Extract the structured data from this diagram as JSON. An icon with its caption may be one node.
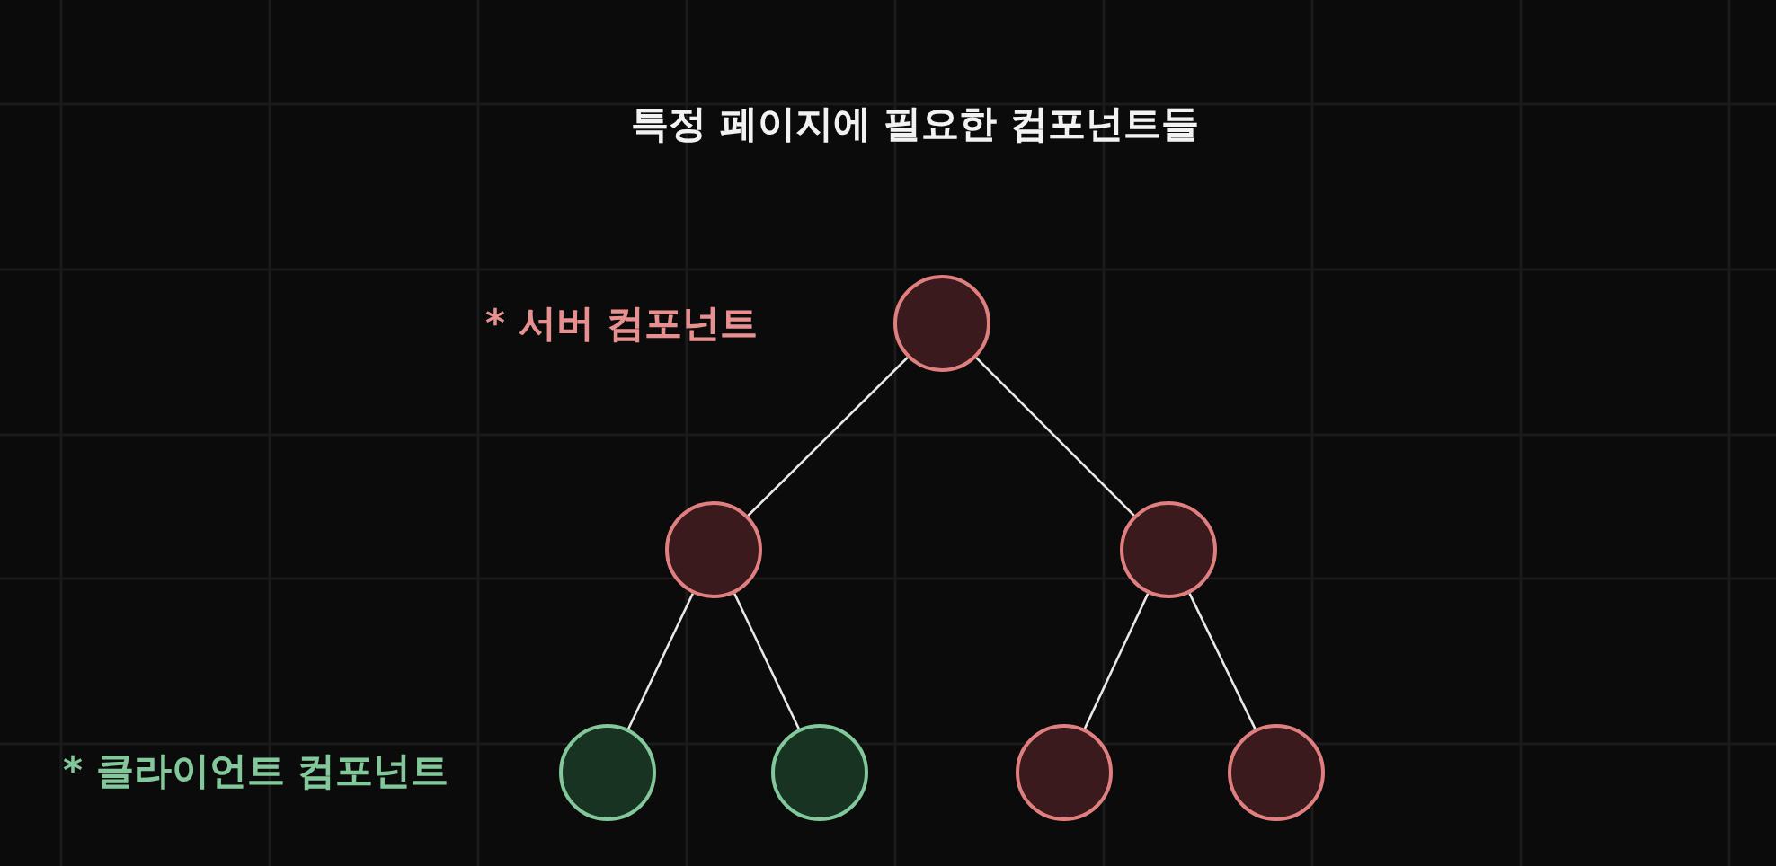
{
  "diagram": {
    "title": "특정 페이지에 필요한 컴포넌트들",
    "nodes": [
      {
        "text": [],
        "shape": "circle"
      },
      {
        "text": [],
        "shape": "circle"
      },
      {
        "text": [],
        "shape": "circle"
      },
      {
        "text": [],
        "shape": "circle"
      },
      {
        "text": [],
        "shape": "circle"
      },
      {
        "text": [],
        "shape": "circle"
      },
      {
        "text": [],
        "shape": "circle"
      }
    ],
    "edges": [
      {
        "from": 0,
        "to": 1,
        "arrow": "none"
      },
      {
        "from": 0,
        "to": 2,
        "arrow": "none"
      },
      {
        "from": 1,
        "to": 3,
        "arrow": "none"
      },
      {
        "from": 1,
        "to": 4,
        "arrow": "none"
      },
      {
        "from": 2,
        "to": 5,
        "arrow": "none"
      },
      {
        "from": 2,
        "to": 6,
        "arrow": "none"
      }
    ],
    "labels": [
      "* 서버 컴포넌트",
      "* 클라이언트 컴포넌트"
    ]
  }
}
